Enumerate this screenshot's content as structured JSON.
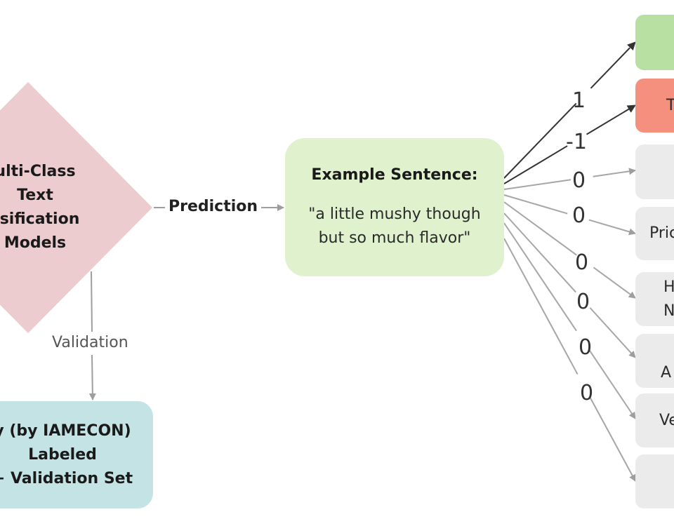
{
  "diagram": {
    "classifier": {
      "text": "ulti-Class\nText\nssification\nModels",
      "color": "#ecccce"
    },
    "edge_prediction": "Prediction",
    "edge_validation": "Validation",
    "example": {
      "title": "Example Sentence:",
      "sentence": "\"a little mushy though\nbut so much flavor\"",
      "color": "#dff2cd"
    },
    "dataset": {
      "text": "y (by IAMECON)\nLabeled\n+ Validation Set",
      "color": "#c3e3e5"
    },
    "weights": [
      "1",
      "-1",
      "0",
      "0",
      "0",
      "0",
      "0",
      "0"
    ],
    "categories": [
      {
        "text": "",
        "color": "#b9e0a3"
      },
      {
        "text": "T",
        "color": "#f5907f"
      },
      {
        "text": "",
        "color": "#ebebeb"
      },
      {
        "text": "Pric",
        "color": "#ebebeb"
      },
      {
        "text": "H\nN",
        "color": "#ebebeb"
      },
      {
        "text": "\nA",
        "color": "#ebebeb"
      },
      {
        "text": "Ve",
        "color": "#ebebeb"
      },
      {
        "text": "",
        "color": "#ebebeb"
      }
    ]
  }
}
